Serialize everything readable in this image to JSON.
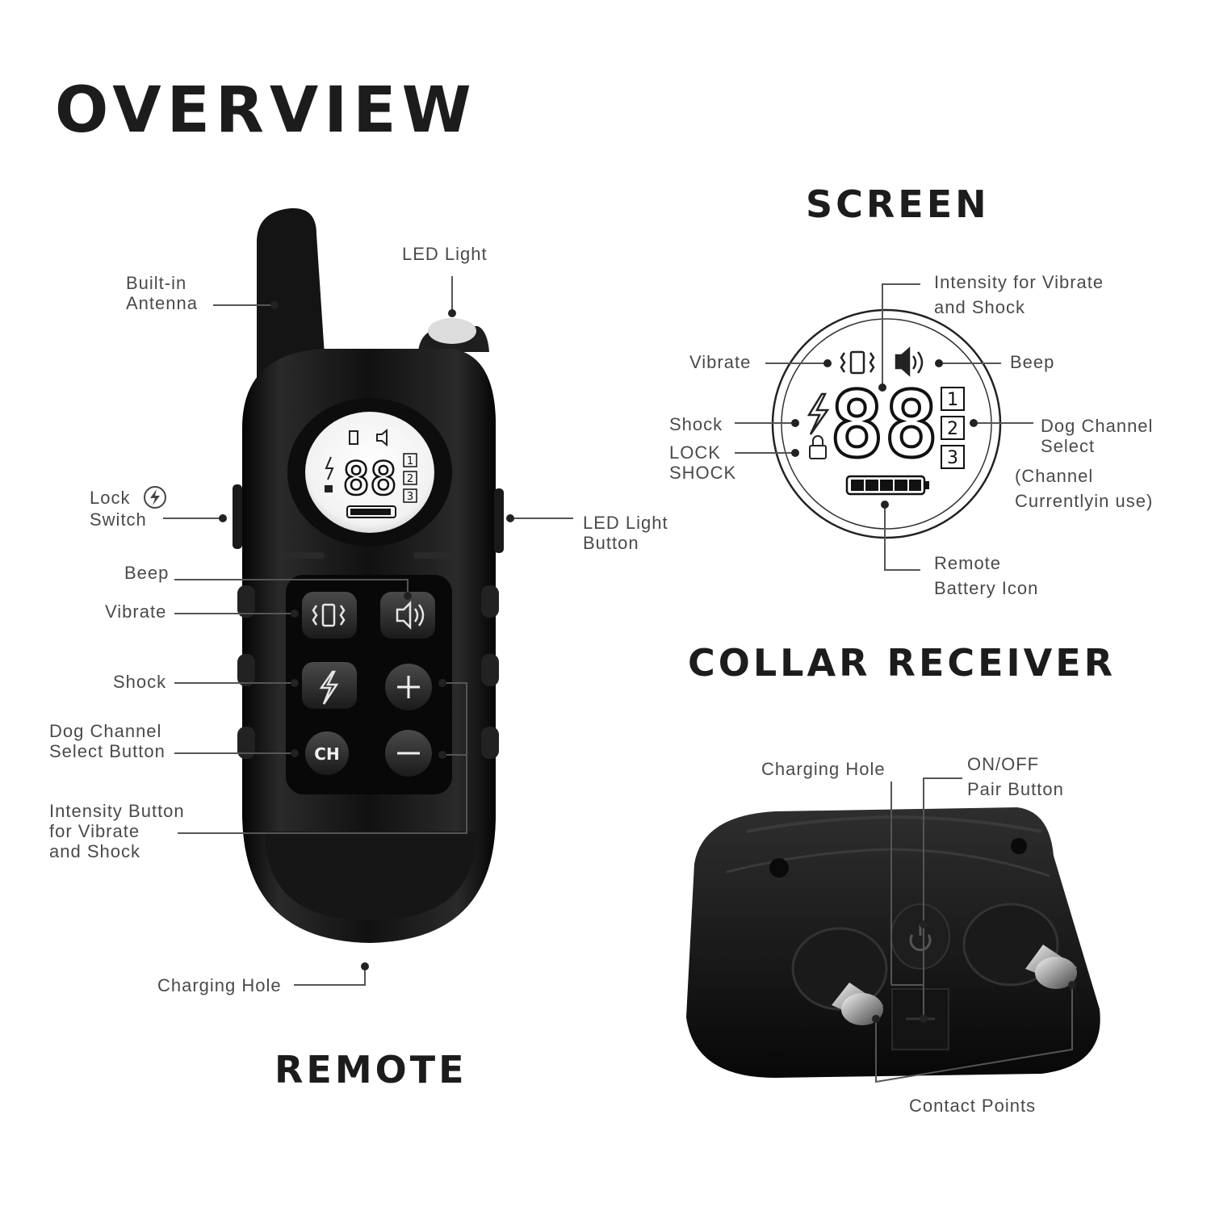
{
  "titles": {
    "overview": "OVERVIEW",
    "screen": "SCREEN",
    "collar": "COLLAR RECEIVER",
    "remote": "REMOTE"
  },
  "remote_labels": {
    "antenna": [
      "Built-in",
      "Antenna"
    ],
    "led_light": "LED Light",
    "lock_switch": [
      "Lock",
      "Switch"
    ],
    "led_button": [
      "LED Light",
      "Button"
    ],
    "beep": "Beep",
    "vibrate": "Vibrate",
    "shock": "Shock",
    "channel_button": [
      "Dog Channel",
      "Select Button"
    ],
    "intensity_button": [
      "Intensity Button",
      "for Vibrate",
      "and Shock"
    ],
    "charging_hole": "Charging Hole"
  },
  "screen_labels": {
    "intensity": [
      "Intensity for Vibrate",
      "and Shock"
    ],
    "vibrate": "Vibrate",
    "beep": "Beep",
    "shock": "Shock",
    "lock_shock": [
      "LOCK",
      "SHOCK"
    ],
    "channel_select": [
      "Dog Channel",
      "Select"
    ],
    "channel_note": [
      "(Channel",
      "Currentlyin use)"
    ],
    "battery": [
      "Remote",
      "Battery Icon"
    ]
  },
  "collar_labels": {
    "charging_hole": "Charging Hole",
    "onoff": [
      "ON/OFF",
      "Pair Button"
    ],
    "contact_points": "Contact Points"
  },
  "display": {
    "digits": "88",
    "channels": [
      "1",
      "2",
      "3"
    ],
    "button_ch": "CH"
  },
  "icons": [
    "antenna-icon",
    "led-light-icon",
    "lock-switch-icon",
    "vibrate-icon",
    "beep-icon",
    "shock-icon",
    "plus-icon",
    "minus-icon",
    "lock-icon",
    "battery-icon",
    "power-icon",
    "usb-icon",
    "contact-point-icon"
  ]
}
